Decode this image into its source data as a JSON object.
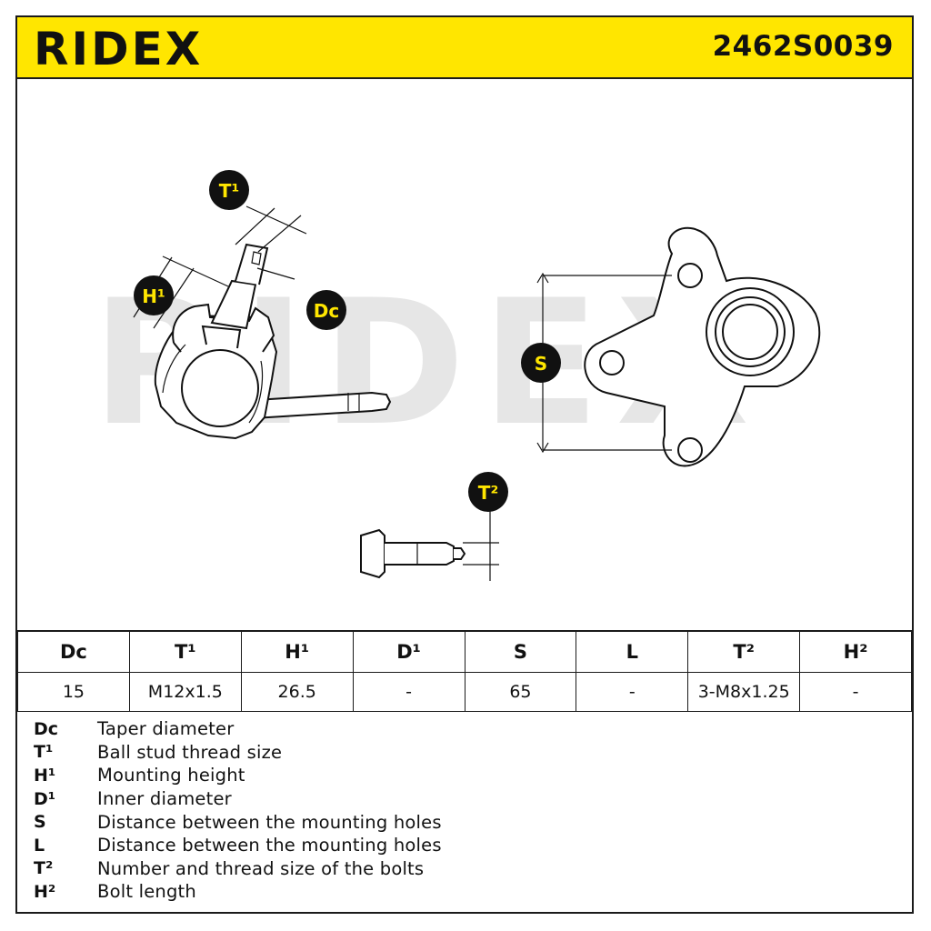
{
  "header": {
    "brand": "RIDEX",
    "part_number": "2462S0039",
    "background_color": "#ffe600"
  },
  "drawing": {
    "watermark": "RIDEX",
    "labels": {
      "t1": "T¹",
      "h1": "H¹",
      "dc": "Dc",
      "s": "S",
      "t2": "T²"
    }
  },
  "spec_table": {
    "headers": [
      "Dc",
      "T¹",
      "H¹",
      "D¹",
      "S",
      "L",
      "T²",
      "H²"
    ],
    "values": [
      "15",
      "M12x1.5",
      "26.5",
      "-",
      "65",
      "-",
      "3-M8x1.25",
      "-"
    ]
  },
  "legend": [
    {
      "code": "Dc",
      "desc": "Taper diameter"
    },
    {
      "code": "T¹",
      "desc": "Ball stud thread size"
    },
    {
      "code": "H¹",
      "desc": "Mounting height"
    },
    {
      "code": "D¹",
      "desc": "Inner diameter"
    },
    {
      "code": "S",
      "desc": "Distance between the mounting holes"
    },
    {
      "code": "L",
      "desc": "Distance between the mounting holes"
    },
    {
      "code": "T²",
      "desc": "Number and thread size of the bolts"
    },
    {
      "code": "H²",
      "desc": "Bolt length"
    }
  ]
}
